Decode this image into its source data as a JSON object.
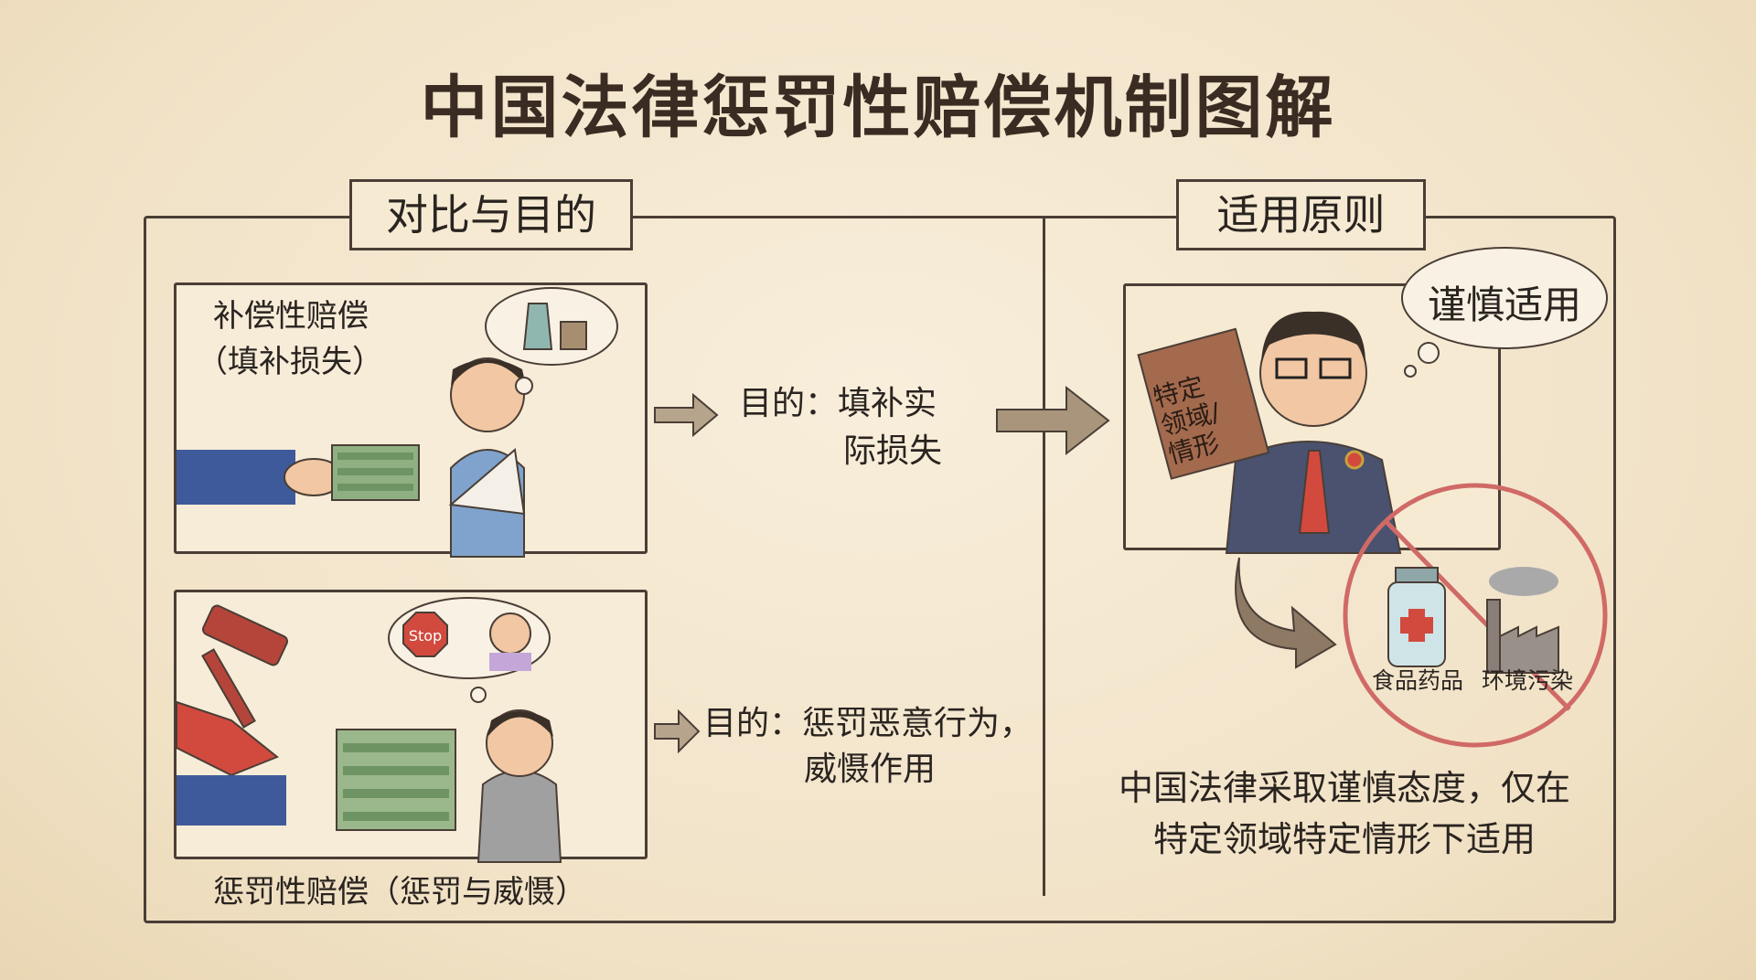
{
  "title": "中国法律惩罚性赔偿机制图解",
  "left_section": {
    "heading": "对比与目的",
    "compensatory": {
      "label": "补偿性赔偿",
      "sub": "（填补损失）",
      "purpose_line1": "目的：填补实",
      "purpose_line2": "际损失"
    },
    "punitive": {
      "stop_sign": "Stop",
      "caption": "惩罚性赔偿（惩罚与威慑）",
      "purpose_line1": "目的：惩罚恶意行为，",
      "purpose_line2": "威慑作用"
    }
  },
  "right_section": {
    "heading": "适用原则",
    "thought": "谨慎适用",
    "book_line1": "特定",
    "book_line2": "领域/",
    "book_line3": "情形",
    "examples": [
      "食品药品",
      "环境污染"
    ],
    "summary_line1": "中国法律采取谨慎态度，仅在",
    "summary_line2": "特定领域特定情形下适用"
  },
  "colors": {
    "ink": "#4a3e36",
    "paper": "#f3e5c9",
    "arrow": "#9c8a74",
    "red": "#d0463c",
    "suit": "#4a5270"
  }
}
